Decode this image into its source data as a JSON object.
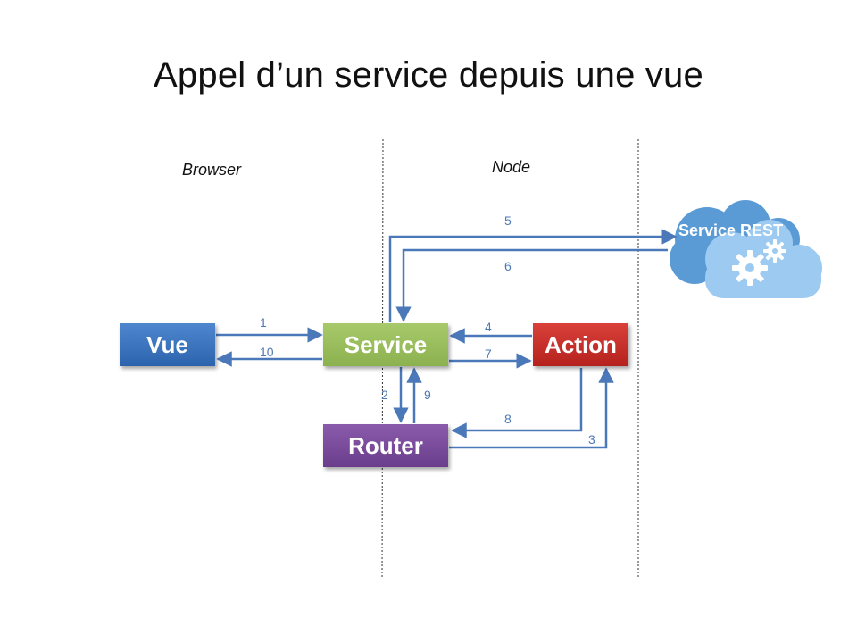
{
  "title": "Appel d’un service depuis une vue",
  "zones": {
    "browser": "Browser",
    "node": "Node"
  },
  "boxes": {
    "vue": "Vue",
    "service": "Service",
    "action": "Action",
    "router": "Router"
  },
  "cloud": {
    "label": "Service REST",
    "icon": "gears-icon"
  },
  "arrows": {
    "a1": "1",
    "a2": "2",
    "a3": "3",
    "a4": "4",
    "a5": "5",
    "a6": "6",
    "a7": "7",
    "a8": "8",
    "a9": "9",
    "a10": "10"
  },
  "colors": {
    "arrow": "#4a78b8",
    "vue": "#3a74c0",
    "service": "#9bbb59",
    "action": "#c0302a",
    "router": "#7a4a9b",
    "cloud_back": "#5b9bd5",
    "cloud_front": "#9ccaf0"
  }
}
